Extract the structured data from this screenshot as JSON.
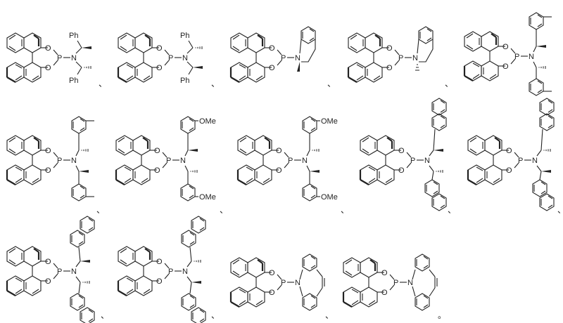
{
  "figure": {
    "description": "BINOL-derived phosphoramidite ligands",
    "separator": "、",
    "terminator": "。",
    "structures": [
      {
        "id": 1,
        "core": "BINOL-O-P-O",
        "amine": "bis(1-phenylethyl)amine",
        "labels": {
          "atom_o": "O",
          "atom_p": "P",
          "atom_n": "N",
          "sub_top": "Ph",
          "sub_bottom": "Ph"
        },
        "stereo": {
          "top": "wedge",
          "bottom": "hash"
        }
      },
      {
        "id": 2,
        "core": "BINOL-O-P-O",
        "amine": "bis(1-phenylethyl)amine",
        "labels": {
          "atom_o": "O",
          "atom_p": "P",
          "atom_n": "N",
          "sub_top": "Ph",
          "sub_bottom": "Ph"
        },
        "stereo": {
          "top": "hash",
          "bottom": "wedge"
        }
      },
      {
        "id": 3,
        "core": "BINOL-O-P-O",
        "amine": "2-methyl-tetrahydroquinoline",
        "labels": {
          "atom_o": "O",
          "atom_p": "P",
          "atom_n": "N"
        },
        "stereo": {
          "methyl": "wedge"
        }
      },
      {
        "id": 4,
        "core": "BINOL-O-P-O",
        "amine": "2-methyl-tetrahydroquinoline",
        "labels": {
          "atom_o": "O",
          "atom_p": "P",
          "atom_n": "N"
        },
        "stereo": {
          "methyl": "hash"
        }
      },
      {
        "id": 5,
        "core": "BINOL-O-P-O",
        "amine": "bis(1-(o-tolyl)ethyl)amine",
        "labels": {
          "atom_o": "O",
          "atom_p": "P",
          "atom_n": "N"
        },
        "stereo": {
          "top": "wedge",
          "bottom": "hash"
        }
      },
      {
        "id": 6,
        "core": "BINOL-O-P-O",
        "amine": "bis(1-(o-tolyl)ethyl)amine",
        "labels": {
          "atom_o": "O",
          "atom_p": "P",
          "atom_n": "N"
        },
        "stereo": {
          "top": "hash",
          "bottom": "wedge"
        }
      },
      {
        "id": 7,
        "core": "BINOL-O-P-O",
        "amine": "bis(1-(2-methoxyphenyl)ethyl)amine",
        "labels": {
          "atom_o": "O",
          "atom_p": "P",
          "atom_n": "N",
          "sub_top": "OMe",
          "sub_bottom": "OMe"
        },
        "stereo": {
          "top": "wedge",
          "bottom": "hash"
        }
      },
      {
        "id": 8,
        "core": "BINOL-O-P-O",
        "amine": "bis(1-(2-methoxyphenyl)ethyl)amine",
        "labels": {
          "atom_o": "O",
          "atom_p": "P",
          "atom_n": "N",
          "sub_top": "OMe",
          "sub_bottom": "OMe"
        },
        "stereo": {
          "top": "hash",
          "bottom": "wedge"
        }
      },
      {
        "id": 9,
        "core": "BINOL-O-P-O",
        "amine": "bis(1-(2-naphthyl)ethyl)amine",
        "labels": {
          "atom_o": "O",
          "atom_p": "P",
          "atom_n": "N"
        },
        "stereo": {
          "top": "wedge",
          "bottom": "hash"
        }
      },
      {
        "id": 10,
        "core": "BINOL-O-P-O",
        "amine": "bis(1-(2-naphthyl)ethyl)amine",
        "labels": {
          "atom_o": "O",
          "atom_p": "P",
          "atom_n": "N"
        },
        "stereo": {
          "top": "hash",
          "bottom": "wedge"
        }
      },
      {
        "id": 11,
        "core": "BINOL-O-P-O",
        "amine": "bis(1-(1-naphthyl)ethyl)amine",
        "labels": {
          "atom_o": "O",
          "atom_p": "P",
          "atom_n": "N"
        },
        "stereo": {
          "top": "wedge",
          "bottom": "hash"
        }
      },
      {
        "id": 12,
        "core": "BINOL-O-P-O",
        "amine": "bis(1-(1-naphthyl)ethyl)amine",
        "labels": {
          "atom_o": "O",
          "atom_p": "P",
          "atom_n": "N"
        },
        "stereo": {
          "top": "hash",
          "bottom": "wedge"
        }
      },
      {
        "id": 13,
        "core": "BINOL-O-P-O",
        "amine": "5H-dibenz[b,f]azepine",
        "labels": {
          "atom_o": "O",
          "atom_p": "P",
          "atom_n": "N"
        }
      },
      {
        "id": 14,
        "core": "BINOL-O-P-O",
        "amine": "5H-dibenz[b,f]azepine",
        "labels": {
          "atom_o": "O",
          "atom_p": "P",
          "atom_n": "N"
        }
      }
    ]
  }
}
